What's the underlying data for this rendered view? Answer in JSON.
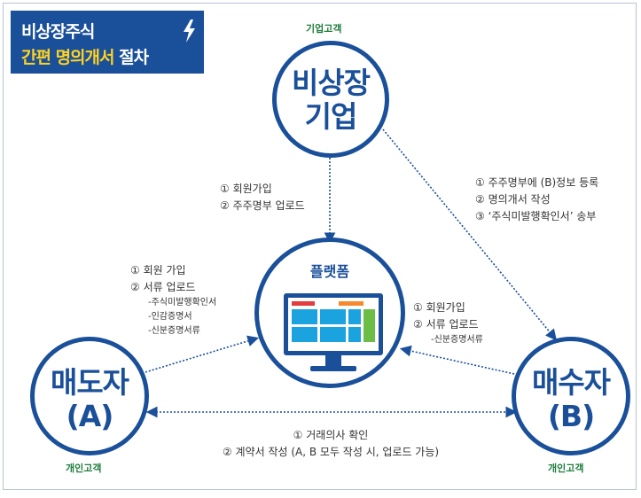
{
  "title": {
    "line1": "비상장주식",
    "line2_highlight": "간편 명의개서",
    "line2_suffix": "절차"
  },
  "nodes": {
    "company": {
      "line1": "비상장",
      "line2": "기업",
      "role": "기업고객"
    },
    "platform": {
      "label": "플랫폼"
    },
    "seller": {
      "line1": "매도자",
      "line2": "(A)",
      "role": "개인고객"
    },
    "buyer": {
      "line1": "매수자",
      "line2": "(B)",
      "role": "개인고객"
    }
  },
  "edges": {
    "company_to_platform": [
      "① 회원가입",
      "② 주주명부 업로드"
    ],
    "company_to_buyer": [
      "① 주주명부에 (B)정보 등록",
      "② 명의개서 작성",
      "③ ‘주식미발행확인서’ 송부"
    ],
    "seller_to_platform": {
      "items": [
        "① 회원 가입",
        "② 서류 업로드"
      ],
      "docs": [
        "-주식미발행확인서",
        "-인감증명서",
        "-신분증명서류"
      ]
    },
    "buyer_to_platform": {
      "items": [
        "① 회원가입",
        "② 서류 업로드"
      ],
      "docs": [
        "-신분증명서류"
      ]
    },
    "seller_buyer": [
      "① 거래의사 확인",
      "② 계약서 작성 (A, B 모두 작성 시, 업로드 가능)"
    ]
  },
  "colors": {
    "primary": "#1a4f9a",
    "title_highlight": "#ffd21f",
    "role_text": "#1e7d3b",
    "screen_panel": "#1ba3e0",
    "screen_red": "#e33d3d",
    "screen_orange": "#f58a2d",
    "screen_green": "#6cbd45"
  },
  "icons": [
    "bolt-icon",
    "monitor-icon"
  ]
}
